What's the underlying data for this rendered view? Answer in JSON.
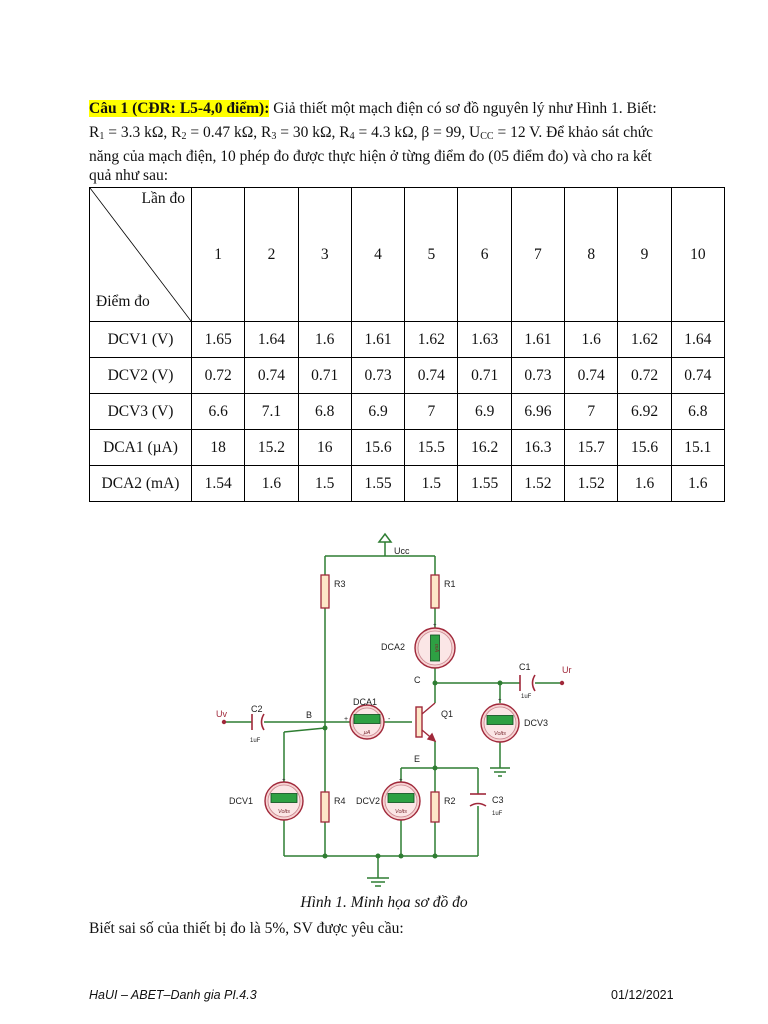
{
  "question": {
    "label": "Câu 1 (CĐR: L5-4,0 điểm):",
    "intro": " Giả thiết một mạch điện có sơ đồ nguyên lý như Hình 1. Biết:",
    "params": {
      "r1": "3.3 kΩ",
      "r2": "0.47 kΩ",
      "r3": "30 kΩ",
      "r4": "4.3 kΩ",
      "beta": "β = 99",
      "ucc": "12 V",
      "tail": ". Để khảo sát chức"
    },
    "line3": "năng của mạch điện, 10 phép đo được thực hiện ở từng điểm đo (05 điểm đo) và cho ra kết",
    "line4": "quả như sau:"
  },
  "table": {
    "corner_top": "Lần đo",
    "corner_bottom": "Điểm đo",
    "columns": [
      "1",
      "2",
      "3",
      "4",
      "5",
      "6",
      "7",
      "8",
      "9",
      "10"
    ],
    "rows": [
      {
        "label": "DCV1 (V)",
        "values": [
          "1.65",
          "1.64",
          "1.6",
          "1.61",
          "1.62",
          "1.63",
          "1.61",
          "1.6",
          "1.62",
          "1.64"
        ]
      },
      {
        "label": "DCV2 (V)",
        "values": [
          "0.72",
          "0.74",
          "0.71",
          "0.73",
          "0.74",
          "0.71",
          "0.73",
          "0.74",
          "0.72",
          "0.74"
        ]
      },
      {
        "label": "DCV3 (V)",
        "values": [
          "6.6",
          "7.1",
          "6.8",
          "6.9",
          "7",
          "6.9",
          "6.96",
          "7",
          "6.92",
          "6.8"
        ]
      },
      {
        "label": "DCA1 (µA)",
        "values": [
          "18",
          "15.2",
          "16",
          "15.6",
          "15.5",
          "16.2",
          "16.3",
          "15.7",
          "15.6",
          "15.1"
        ]
      },
      {
        "label": "DCA2 (mA)",
        "values": [
          "1.54",
          "1.6",
          "1.5",
          "1.55",
          "1.5",
          "1.55",
          "1.52",
          "1.52",
          "1.6",
          "1.6"
        ]
      }
    ]
  },
  "circuit": {
    "ucc": "Ucc",
    "r1": "R1",
    "r2": "R2",
    "r3": "R3",
    "r4": "R4",
    "c1": "C1",
    "c2": "C2",
    "c3": "C3",
    "cap_value": "1uF",
    "ur": "Ur",
    "uv": "Uv",
    "node_b": "B",
    "node_c": "C",
    "node_e": "E",
    "q1": "Q1",
    "dca1": "DCA1",
    "dca2": "DCA2",
    "dcv1": "DCV1",
    "dcv2": "DCV2",
    "dcv3": "DCV3",
    "unit_volts": "Volts",
    "unit_ua": "µA",
    "unit_ma": "mA",
    "plus": "+",
    "minus": "-",
    "wire_color": "#2e7d32",
    "component_color": "#a0283a",
    "meter_face_color": "#2ea043"
  },
  "caption": "Hình 1. Minh họa sơ đồ đo",
  "after_text": "Biết sai số của thiết bị đo là 5%, SV được yêu cầu:",
  "footer": {
    "left": "HaUI – ABET–Danh gia PI.4.3",
    "right": "01/12/2021"
  }
}
